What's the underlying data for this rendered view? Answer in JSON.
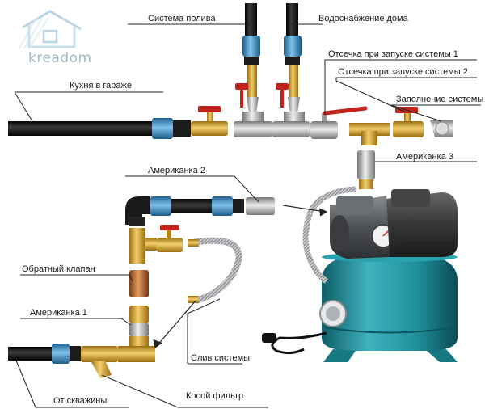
{
  "logo": {
    "text": "kreadom",
    "icon": "house-icon"
  },
  "labels": {
    "irrigation": "Система полива",
    "house_water": "Водоснабжение дома",
    "cutoff_1": "Отсечка при запуске системы 1",
    "cutoff_2": "Отсечка при запуске системы 2",
    "garage_kitchen": "Кухня в гараже",
    "system_fill": "Заполнение системы",
    "union_3": "Американка 3",
    "union_2": "Американка 2",
    "check_valve": "Обратный клапан",
    "union_1": "Американка 1",
    "drain": "Слив системы",
    "from_well": "От скважины",
    "y_filter": "Косой фильтр"
  },
  "colors": {
    "pipe": "#151515",
    "fitting_blue": "#3d8fc6",
    "brass": "#d9a531",
    "steel": "#b9bcc0",
    "valve_red": "#c4231d",
    "tank": "#1f8f9a",
    "pump_body": "#5b5e61",
    "leader": "#222222"
  }
}
